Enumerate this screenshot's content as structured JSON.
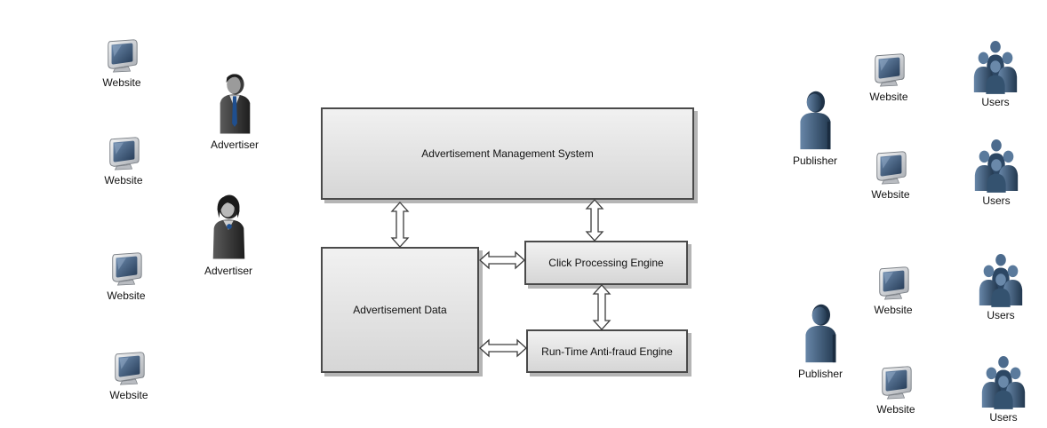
{
  "diagram": {
    "boxes": {
      "ams": "Advertisement Management System",
      "data": "Advertisement Data",
      "click": "Click Processing Engine",
      "fraud": "Run-Time Anti-fraud Engine"
    },
    "left": {
      "websites": [
        "Website",
        "Website",
        "Website",
        "Website"
      ],
      "advertisers": [
        "Advertiser",
        "Advertiser"
      ]
    },
    "right": {
      "publishers": [
        "Publisher",
        "Publisher"
      ],
      "websites": [
        "Website",
        "Website",
        "Website",
        "Website"
      ],
      "users": [
        "Users",
        "Users",
        "Users",
        "Users"
      ]
    }
  },
  "icons": {
    "website": "monitor-icon",
    "advertiser": "businessman-icon",
    "publisher": "person-icon",
    "users": "user-group-icon"
  },
  "colors": {
    "box_border": "#4a4a4a",
    "monitor_frame": "#cfd2d6",
    "monitor_screen": "#35506e",
    "advertiser_suit": "#2f2f2f",
    "publisher_body": "#3a5878"
  }
}
